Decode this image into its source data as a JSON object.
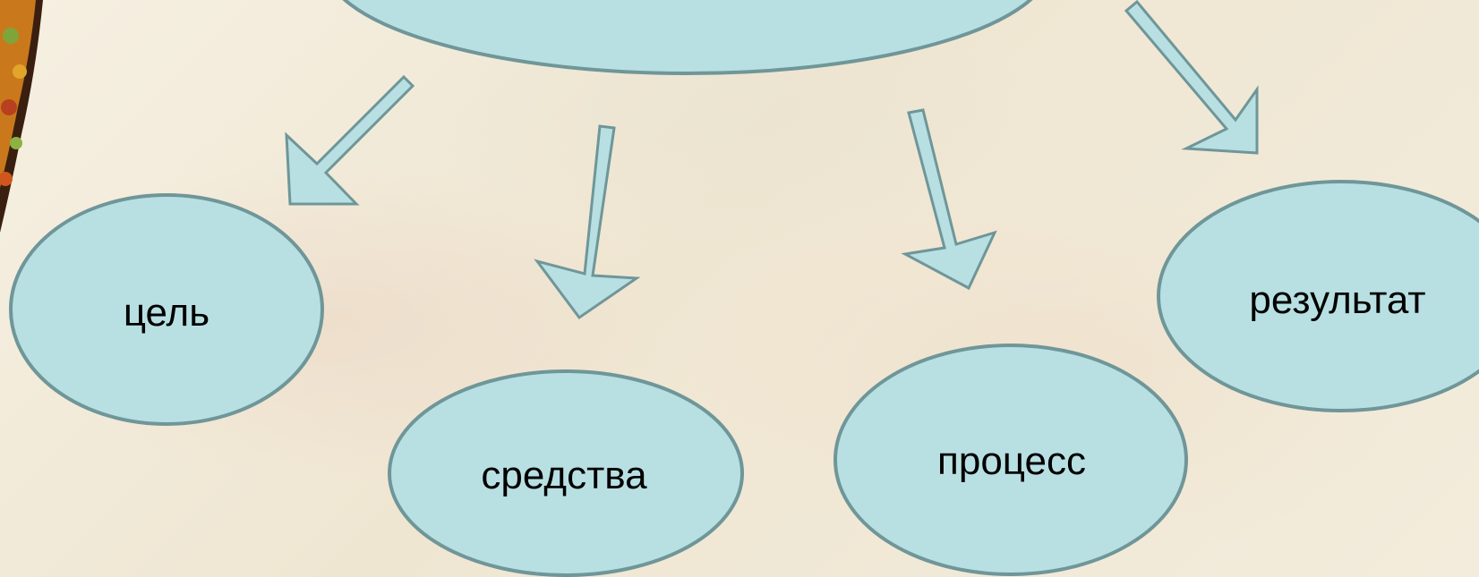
{
  "diagram": {
    "nodes": {
      "goal": "цель",
      "means": "средства",
      "process": "процесс",
      "result": "результат"
    },
    "colors": {
      "fill": "#b8e0e3",
      "stroke": "#6f9699",
      "arrow_fill": "#b8e0e3",
      "arrow_stroke": "#6f9699"
    }
  }
}
